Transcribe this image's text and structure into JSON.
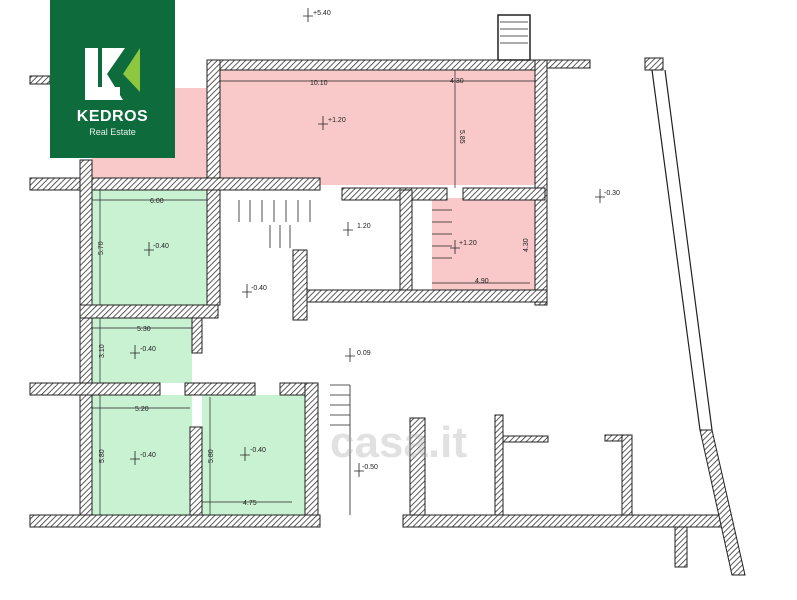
{
  "logo": {
    "brand": "KEDROS",
    "subtitle": "Real Estate",
    "color": "#0d6b3c",
    "accent": "#8dc63f"
  },
  "watermark": "casa.it",
  "colors": {
    "pink_area": "#f9c9c9",
    "green_area": "#c9f2d2",
    "wall": "#222222"
  },
  "dimensions": [
    "10.10",
    "4.30",
    "5.85",
    "6.00",
    "5.70",
    "4.90",
    "4.30",
    "5.30",
    "3.10",
    "5.20",
    "5.80",
    "5.80",
    "4.75"
  ],
  "elevations": [
    "+5.40",
    "+1.20",
    "1.20",
    "+1.20",
    "-0.40",
    "-0.40",
    "-0.30",
    "-0.40",
    "0.09",
    "-0.40",
    "-0.40",
    "-0.50"
  ]
}
